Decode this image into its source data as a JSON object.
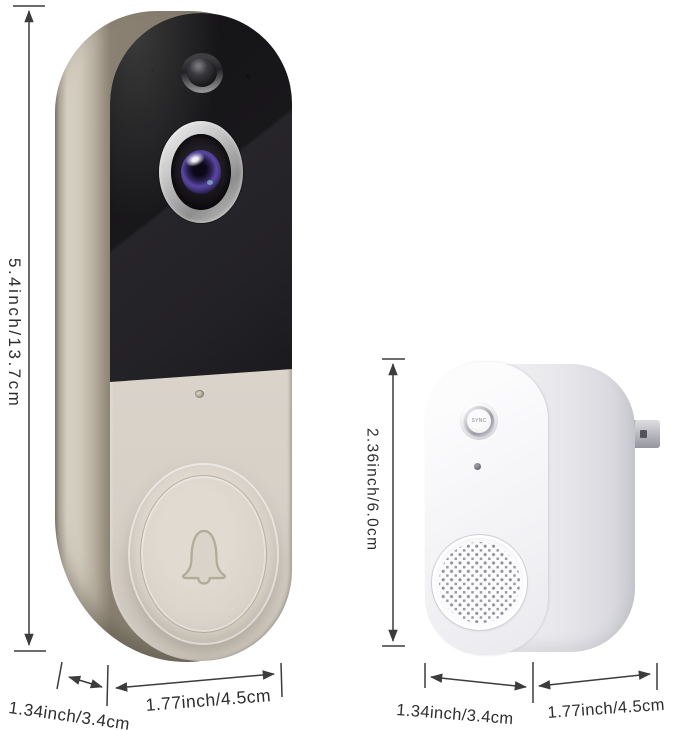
{
  "image_type": "product-dimension-diagram",
  "doorbell": {
    "name": "smart video doorbell",
    "height_label": "5.4inch/13.7cm",
    "depth_label": "1.34inch/3.4cm",
    "width_label": "1.77inch/4.5cm"
  },
  "chime": {
    "name": "plug-in chime",
    "sync_button_label": "SYNC",
    "height_label": "2.36inch/6.0cm",
    "depth_label": "1.34inch/3.4cm",
    "width_label": "1.77inch/4.5cm"
  },
  "icons": [
    "bell-icon",
    "camera-lens-icon",
    "motion-sensor-icon",
    "mic-hole-icon",
    "led-indicator-icon",
    "sync-button-icon",
    "speaker-grille-icon",
    "plug-prong-icon",
    "dimension-arrow-icon"
  ],
  "colors": {
    "background": "#ffffff",
    "dimension_line": "#3c3c3c",
    "label_text": "#2d2d2d",
    "doorbell_body": "#cfc8bb",
    "doorbell_panel": "#1a191c",
    "camera_ring": "#b5b5b5",
    "lens_accent": "#5a46a6",
    "chime_body": "#f3f3f6",
    "speaker_dots": "#90909a"
  }
}
